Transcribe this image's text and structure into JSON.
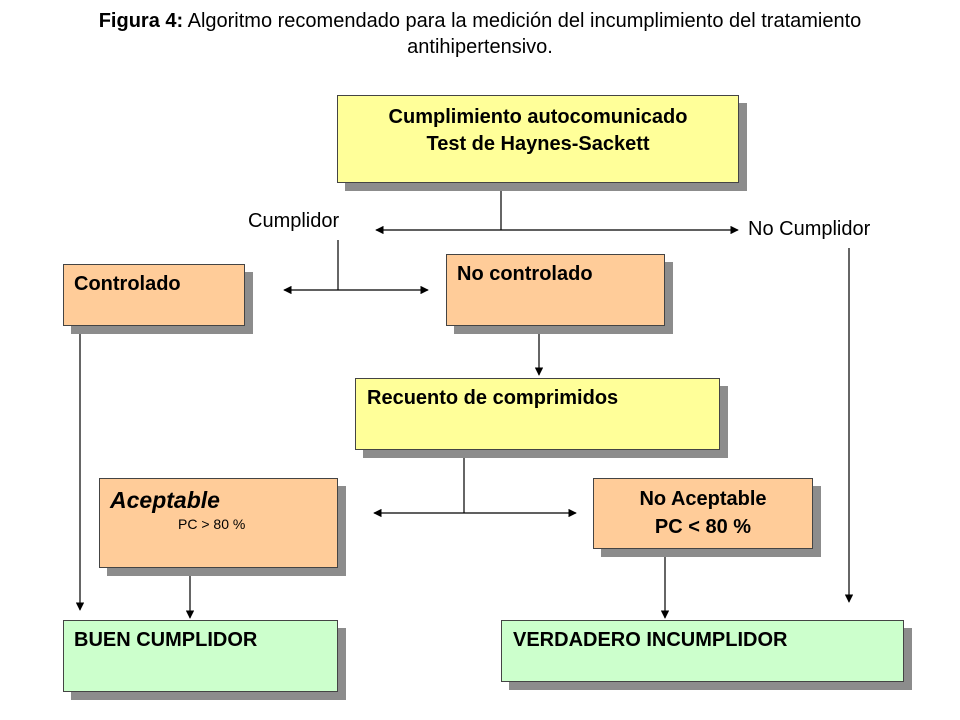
{
  "figure": {
    "label": "Figura 4:",
    "title_line1": "Algoritmo recomendado para la medición del incumplimiento del tratamiento",
    "title_line2": "antihipertensivo."
  },
  "nodes": {
    "self_report_line1": "Cumplimiento autocomunicado",
    "self_report_line2": "Test de Haynes-Sackett",
    "controlled": "Controlado",
    "not_controlled": "No controlado",
    "pill_count": "Recuento de comprimidos",
    "acceptable": "Aceptable",
    "acceptable_sub": "PC > 80 %",
    "not_acceptable_line1": "No Aceptable",
    "not_acceptable_line2": "PC < 80 %",
    "good_complier": "BUEN CUMPLIDOR",
    "true_noncomplier": "VERDADERO INCUMPLIDOR"
  },
  "edges": {
    "complier": "Cumplidor",
    "noncomplier": "No Cumplidor"
  },
  "colors": {
    "yellow": "#ffff99",
    "orange": "#ffcc99",
    "green": "#ccffcc",
    "shadow": "#8c8c8c"
  }
}
